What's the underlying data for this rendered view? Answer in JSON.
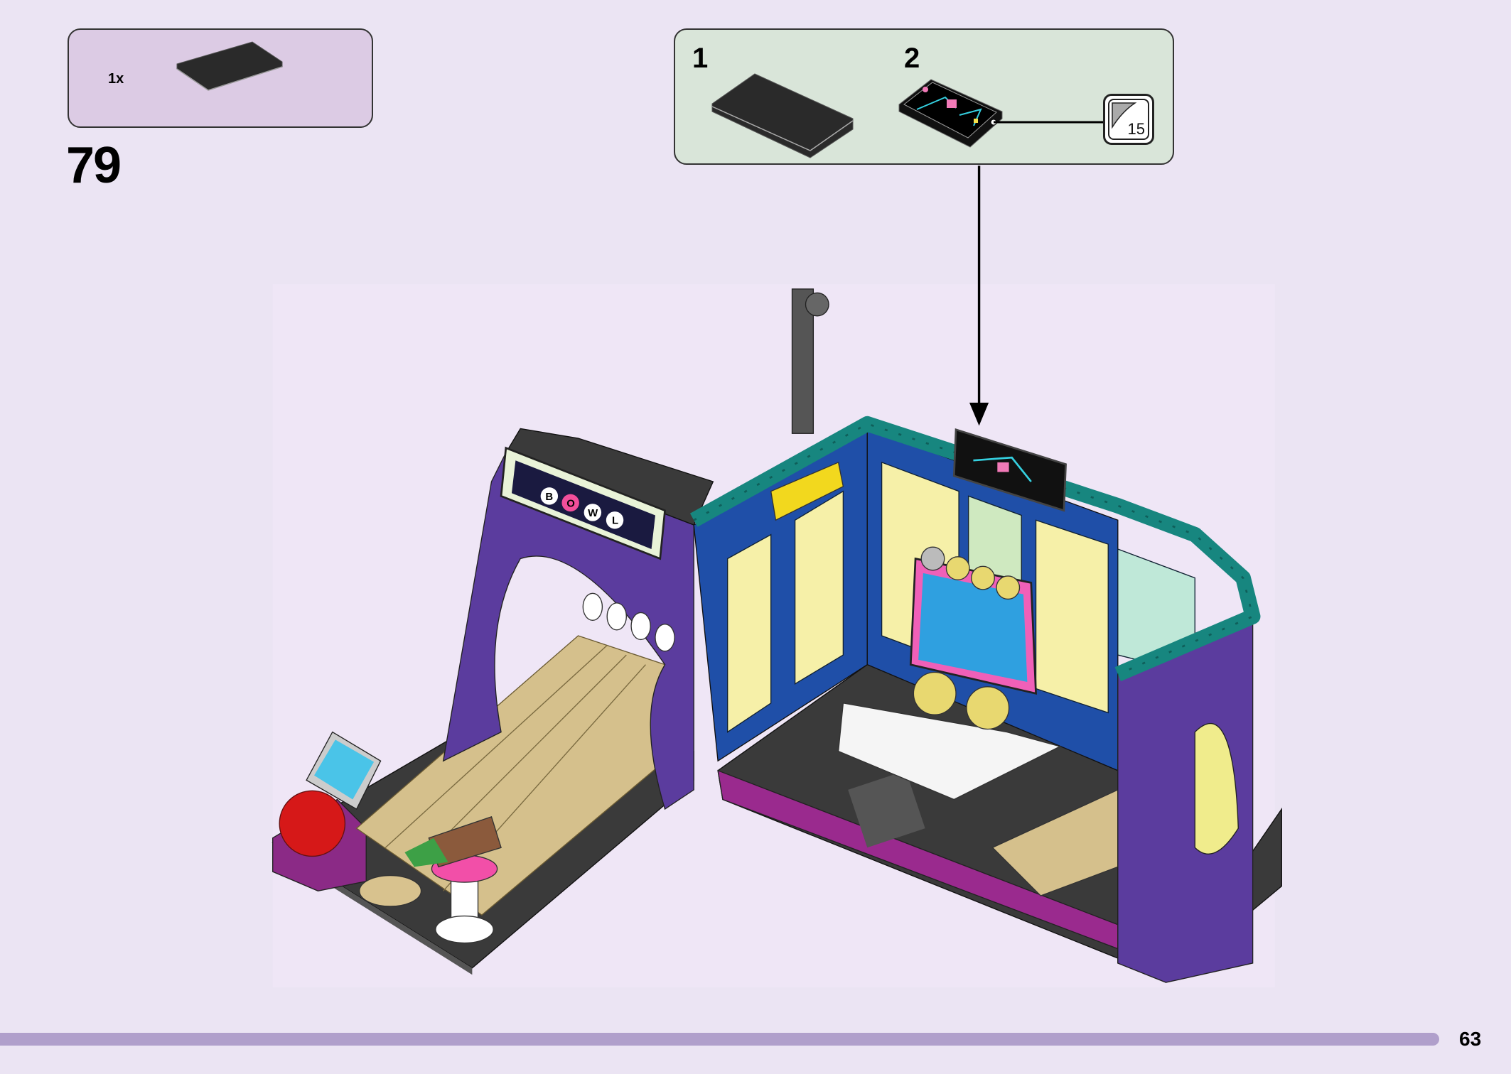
{
  "step": {
    "number": "79"
  },
  "parts_list": [
    {
      "quantity": "1x",
      "part": "black-tile-1x2"
    }
  ],
  "callout": {
    "substeps": [
      {
        "number": "1",
        "part": "black-tile-1x2"
      },
      {
        "number": "2",
        "part": "black-tile-1x2-with-arcade-sticker"
      }
    ],
    "sticker": {
      "number": "15"
    }
  },
  "illustration": {
    "sign_lettering": [
      "B",
      "O",
      "W",
      "L"
    ]
  },
  "footer": {
    "page_number": "63"
  },
  "colors": {
    "background": "#ebe4f3",
    "parts_box": "#dccbe4",
    "callout_box": "#d9e5d9",
    "footer_bar": "#b09fcb",
    "purple": "#5b3c9e",
    "teal": "#17867f",
    "blue": "#1f4fa8",
    "wood": "#d5c08c"
  }
}
